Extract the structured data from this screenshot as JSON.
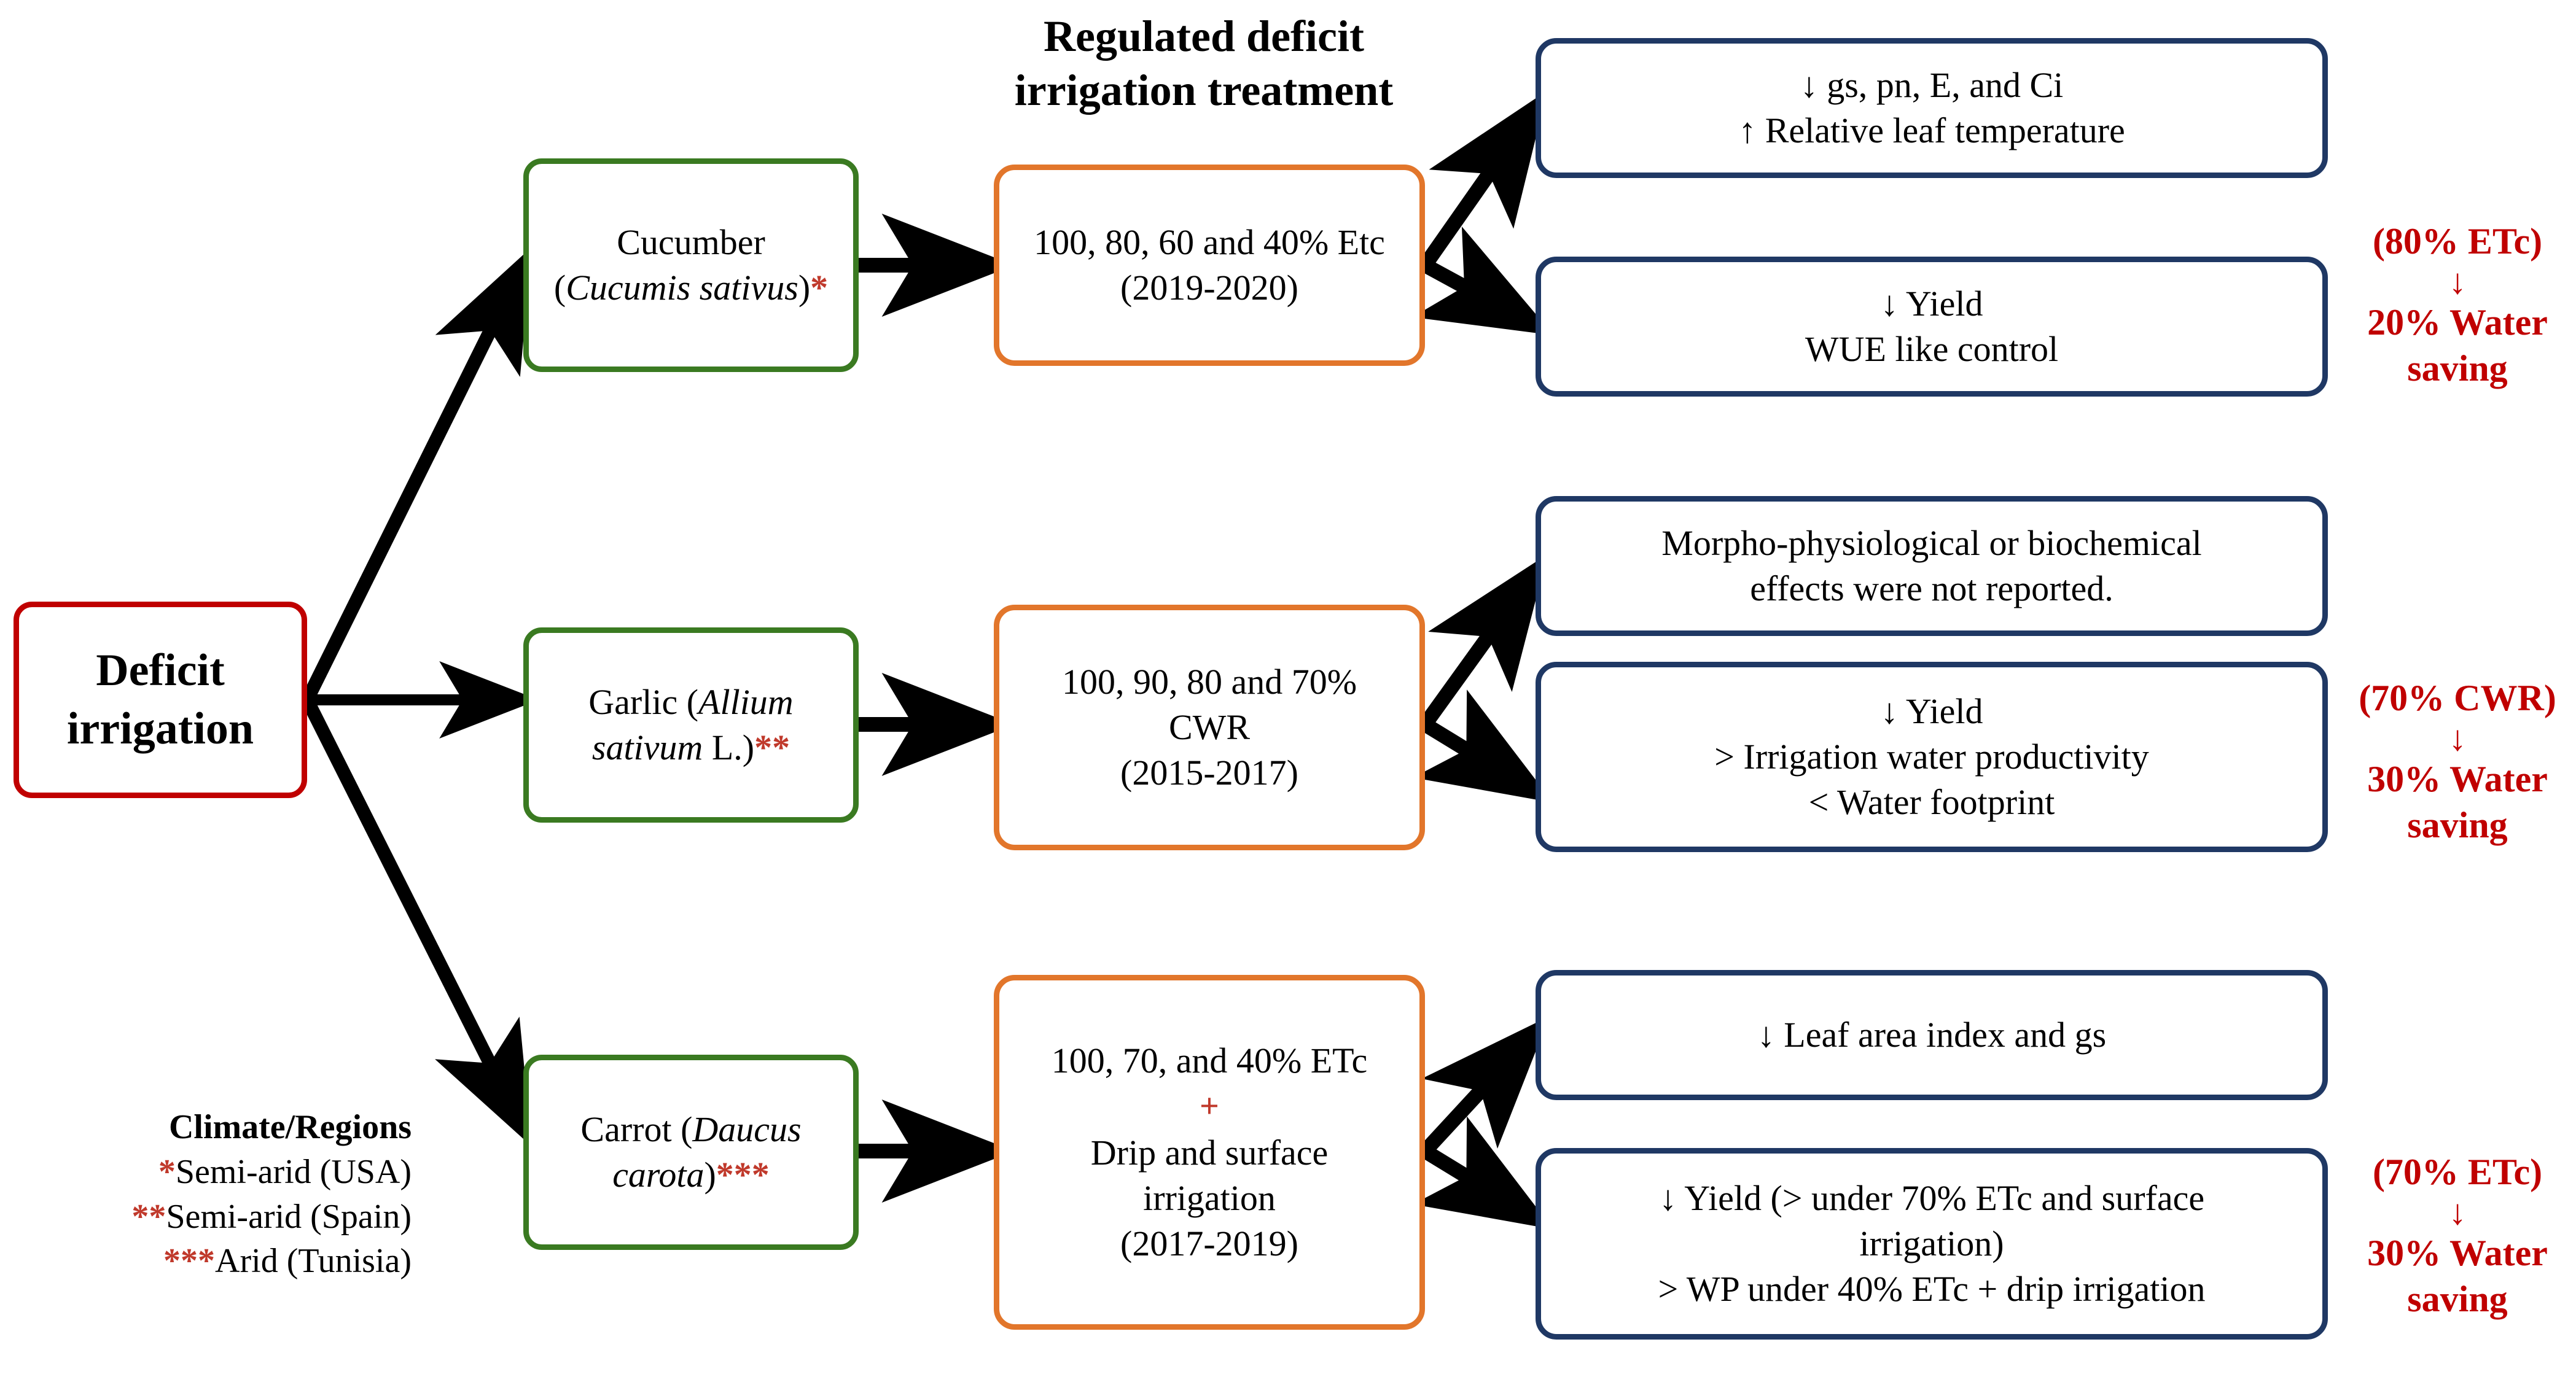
{
  "diagram": {
    "title": "Regulated deficit\nirrigation treatment",
    "title_line1": "Regulated deficit",
    "title_line2": "irrigation treatment",
    "colors": {
      "root_border": "#C00000",
      "crop_border": "#3A7A21",
      "treatment_border": "#E2762B",
      "outcome_border": "#1F3864",
      "accent_red": "#C00000",
      "star_red": "#C0392B",
      "arrow": "#000000",
      "background": "#FFFFFF"
    },
    "root": {
      "label": "Deficit irrigation",
      "line1": "Deficit",
      "line2": "irrigation"
    },
    "rows": [
      {
        "crop": {
          "name": "Cucumber",
          "species": "Cucumis sativus",
          "marker": "*",
          "full": "Cucumber (Cucumis sativus)*"
        },
        "treatment": {
          "line1": "100, 80, 60 and 40% Etc",
          "line2": "(2019-2020)",
          "plus": null,
          "line3": null,
          "line4": null
        },
        "outcomes": [
          {
            "lines": [
              "↓ gs, pn, E, and Ci",
              "↑ Relative leaf temperature"
            ]
          },
          {
            "lines": [
              "↓ Yield",
              "WUE like control"
            ]
          }
        ],
        "saving": {
          "condition": "(80% ETc)",
          "arrow": "↓",
          "result_line1": "20% Water",
          "result_line2": "saving"
        }
      },
      {
        "crop": {
          "name": "Garlic",
          "species": "Allium sativum",
          "suffix": " L.",
          "marker": "**",
          "full": "Garlic (Allium sativum L.)**"
        },
        "treatment": {
          "line1": "100, 90, 80 and 70%",
          "line2": "CWR",
          "plus": null,
          "line3": "(2015-2017)",
          "line4": null
        },
        "outcomes": [
          {
            "lines": [
              "Morpho-physiological  or biochemical",
              "effects were not reported."
            ]
          },
          {
            "lines": [
              "↓ Yield",
              "> Irrigation water productivity",
              "< Water footprint"
            ]
          }
        ],
        "saving": {
          "condition": "(70% CWR)",
          "arrow": "↓",
          "result_line1": "30% Water",
          "result_line2": "saving"
        }
      },
      {
        "crop": {
          "name": "Carrot",
          "species": "Daucus carota",
          "marker": "***",
          "full": "Carrot (Daucus carota)***"
        },
        "treatment": {
          "line1": "100, 70, and 40% ETc",
          "plus": "+",
          "line2": "Drip and surface",
          "line3": "irrigation",
          "line4": "(2017-2019)"
        },
        "outcomes": [
          {
            "lines": [
              "↓ Leaf area index and gs"
            ]
          },
          {
            "lines": [
              "↓ Yield (> under 70% ETc and surface",
              "irrigation)",
              "> WP under 40% ETc + drip irrigation"
            ]
          }
        ],
        "saving": {
          "condition": "(70% ETc)",
          "arrow": "↓",
          "result_line1": "30% Water",
          "result_line2": "saving"
        }
      }
    ],
    "legend": {
      "heading": "Climate/Regions",
      "items": [
        {
          "marker": "*",
          "text": "Semi-arid (USA)"
        },
        {
          "marker": "**",
          "text": "Semi-arid (Spain)"
        },
        {
          "marker": "***",
          "text": "Arid (Tunisia)"
        }
      ]
    }
  }
}
